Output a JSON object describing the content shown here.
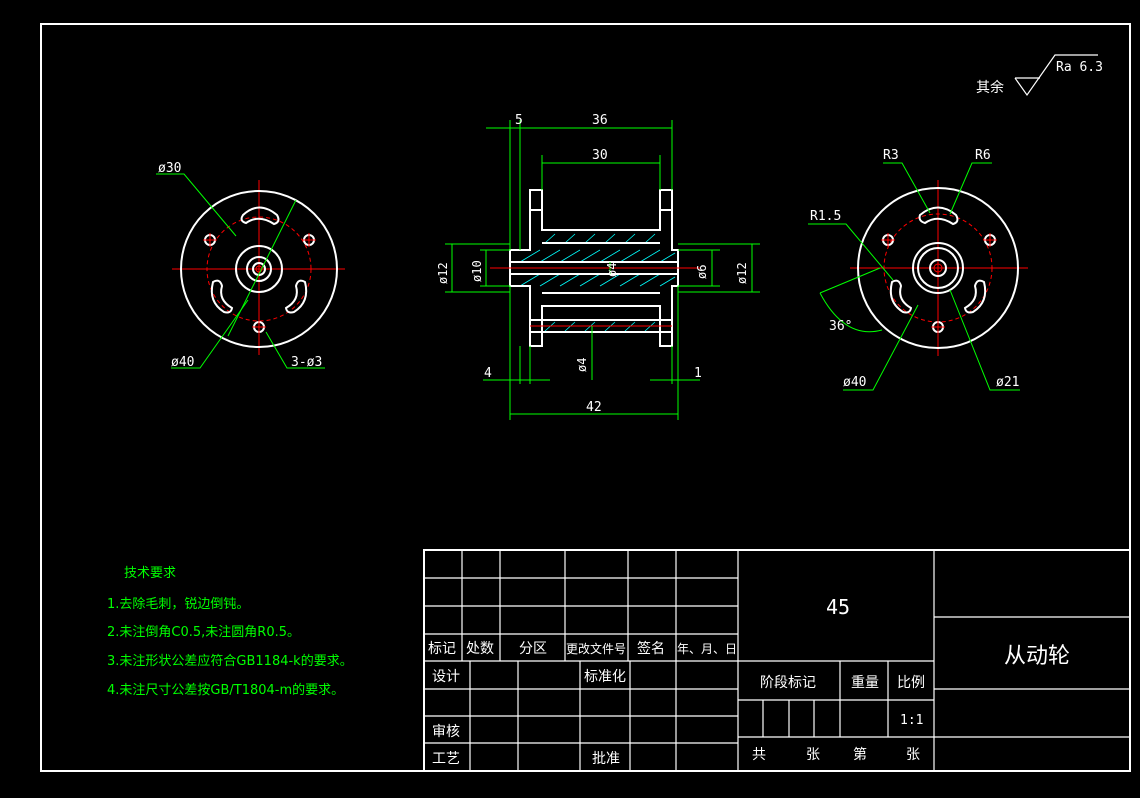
{
  "roughness": {
    "prefix": "其余",
    "value": "Ra 6.3"
  },
  "left_view": {
    "d_outer": "ø40",
    "d_inner": "ø30",
    "holes": "3-ø3"
  },
  "front_view": {
    "dim_top_5": "5",
    "dim_top_36": "36",
    "dim_top_30": "30",
    "dim_left_12": "ø12",
    "dim_left_10": "ø10",
    "dim_mid_4": "ø4",
    "dim_right_6": "ø6",
    "dim_right_12": "ø12",
    "dim_bot_4": "ø4",
    "dim_left_4": "4",
    "dim_right_1": "1",
    "dim_total": "42"
  },
  "right_view": {
    "r3": "R3",
    "r6": "R6",
    "r15": "R1.5",
    "angle": "36°",
    "d40": "ø40",
    "d21": "ø21"
  },
  "tech_requirements": {
    "title": "技术要求",
    "items": [
      "1.去除毛刺，锐边倒钝。",
      "2.未注倒角C0.5,未注圆角R0.5。",
      "3.未注形状公差应符合GB1184-k的要求。",
      "4.未注尺寸公差按GB/T1804-m的要求。"
    ]
  },
  "title_block": {
    "material": "45",
    "part_name": "从动轮",
    "col_marks": "标记",
    "col_count": "处数",
    "col_zone": "分区",
    "col_doc": "更改文件号",
    "col_sign": "签名",
    "col_date": "年、月、日",
    "design": "设计",
    "standard": "标准化",
    "review": "审核",
    "process": "工艺",
    "approve": "批准",
    "stage": "阶段标记",
    "weight": "重量",
    "scale": "比例",
    "scale_value": "1:1",
    "total": "共",
    "sheets1": "张",
    "page": "第",
    "sheets2": "张"
  },
  "colors": {
    "background": "#000000",
    "outline": "#ffffff",
    "dimension": "#00ff00",
    "center": "#ff0000",
    "hatch": "#00ffff"
  }
}
